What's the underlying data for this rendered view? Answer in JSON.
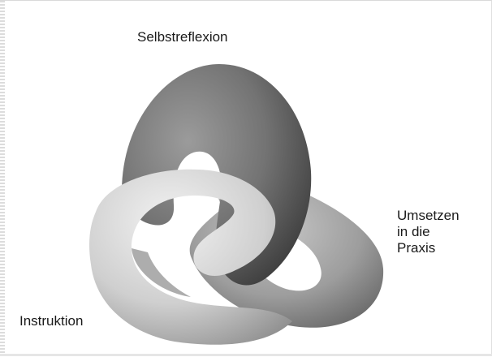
{
  "labels": {
    "top": "Selbstreflexion",
    "right_line1": "Umsetzen",
    "right_line2": "in die",
    "right_line3": "Praxis",
    "left": "Instruktion"
  },
  "loops": {
    "top_loop_color": "#6f6f6f",
    "right_loop_color": "#9a9a9a",
    "left_loop_color": "#cfcfcf"
  }
}
